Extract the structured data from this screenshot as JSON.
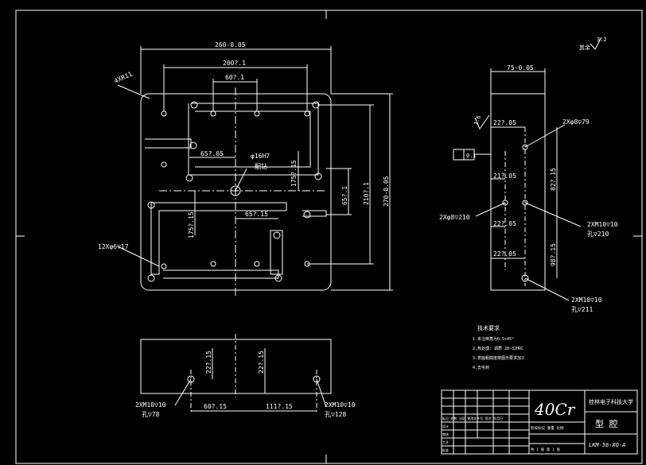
{
  "title_block": {
    "material": "40Cr",
    "school": "桂林电子科技大学",
    "part_name": "型  腔",
    "drawing_no": "LKM-56-XQ-A",
    "small_rows": [
      "标记 处数 分区 更改文件号 签名 年月日",
      "设计",
      "审核",
      "工艺",
      "批准"
    ],
    "scale_label": "阶段标记 重量 比例",
    "sheet_label": "共 1 张  第 1 张"
  },
  "roughness": {
    "symbol": "其余",
    "value": "3.2"
  },
  "tech_req": {
    "heading": "技术要求",
    "items": [
      "1.未注倒角为0.5×45°",
      "2.热处理: 调质 28~32HRC",
      "3.表面粗糙度按图示要求加工",
      "4.去毛刺"
    ]
  },
  "plan_view": {
    "dims": {
      "width_outer": "260-0.05",
      "width_mid": "200?.1",
      "width_inner": "60?.1",
      "corner": "4XR11",
      "d65_top": "65?.05",
      "d65_bottom": "65?.15",
      "v175_top": "175?.15",
      "v175_left": "175?.15",
      "bore": "φ16H7",
      "bore_note": "配钻",
      "v65": "65?.1",
      "v210": "210?.1",
      "height_outer": "270-0.05",
      "holes": "12Xφ6▽17"
    }
  },
  "side_view": {
    "dims": {
      "width": "75-0.05",
      "flatness": "0.1",
      "roughness": "1.6",
      "d225_1": "22?.05",
      "d225_2": "22?.05",
      "d225_3": "22?.05",
      "d21": "21?.05",
      "d825": "82?.15",
      "d987": "98?.15",
      "holes_a": "2Xφ8▽79",
      "holes_b": "2Xφ8▽210",
      "holes_c1": "2XM10▽10",
      "holes_c2": "孔▽210",
      "holes_d1": "2XM10▽10",
      "holes_d2": "孔▽211"
    }
  },
  "front_view": {
    "dims": {
      "h225_a": "22?.15",
      "h225_b": "22?.15",
      "d607": "60?.15",
      "d1117": "111?.15",
      "left1": "2XM10▽10",
      "left2": "孔▽78",
      "right1": "2XM10▽10",
      "right2": "孔▽128"
    }
  }
}
